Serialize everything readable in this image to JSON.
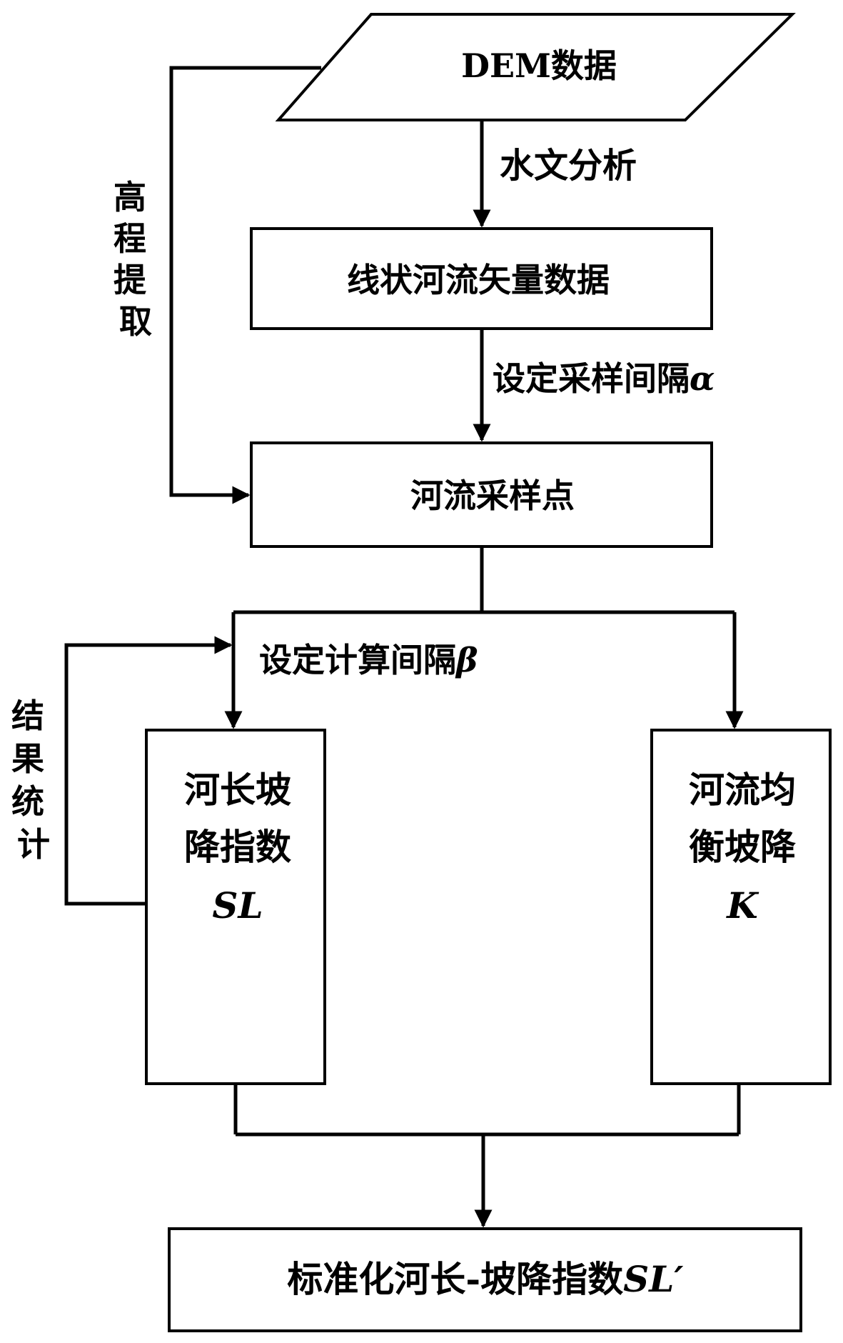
{
  "diagram": {
    "nodes": {
      "dem": {
        "label": "DEM数据"
      },
      "vector": {
        "label": "线状河流矢量数据"
      },
      "sample_points": {
        "label": "河流采样点"
      },
      "sl_index": {
        "line1": "河长坡",
        "line2": "降指数",
        "line3": "SL"
      },
      "k_slope": {
        "line1": "河流均",
        "line2": "衡坡降",
        "line3": "K"
      },
      "normalized": {
        "label": "标准化河长-坡降指数",
        "suffix": "SL′"
      }
    },
    "edges": {
      "hydro_analysis": "水文分析",
      "sampling_interval": {
        "label": "设定采样间隔",
        "symbol": "α"
      },
      "calc_interval": {
        "label": "设定计算间隔",
        "symbol": "β"
      },
      "elevation_extract": [
        "高",
        "程",
        "提",
        "取"
      ],
      "result_stats": [
        "结",
        "果",
        "统",
        "计"
      ]
    }
  }
}
